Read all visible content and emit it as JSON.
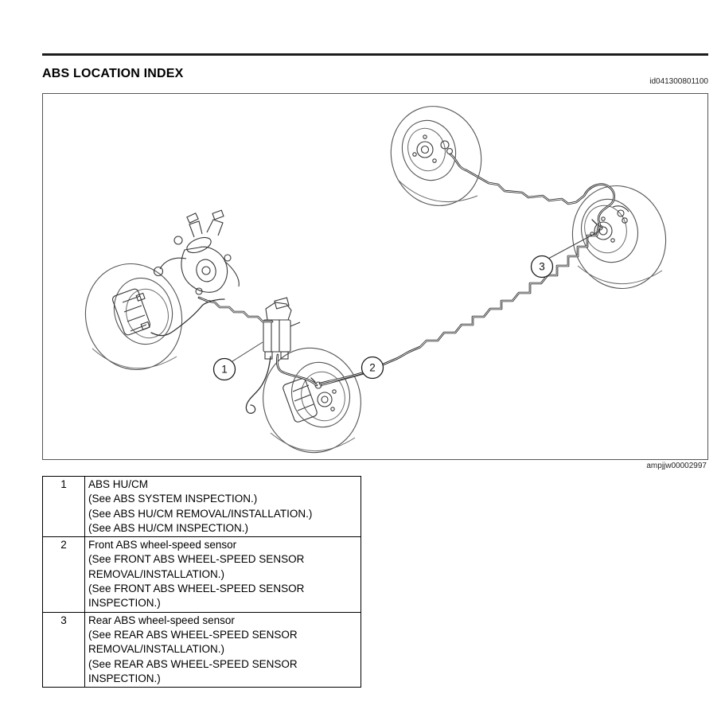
{
  "page": {
    "title": "ABS LOCATION INDEX",
    "doc_id": "id041300801100",
    "figure_code": "ampjjw00002997"
  },
  "diagram": {
    "description": "ABS component location illustration",
    "callouts": [
      {
        "label": "1"
      },
      {
        "label": "2"
      },
      {
        "label": "3"
      }
    ]
  },
  "table": {
    "rows": [
      {
        "num": "1",
        "lines": [
          "ABS HU/CM",
          "(See ABS SYSTEM INSPECTION.)",
          "(See ABS HU/CM REMOVAL/INSTALLATION.)",
          "(See ABS HU/CM INSPECTION.)"
        ]
      },
      {
        "num": "2",
        "lines": [
          "Front ABS wheel-speed sensor",
          "(See FRONT ABS WHEEL-SPEED SENSOR REMOVAL/INSTALLATION.)",
          "(See FRONT ABS WHEEL-SPEED SENSOR INSPECTION.)"
        ]
      },
      {
        "num": "3",
        "lines": [
          "Rear ABS wheel-speed sensor",
          "(See REAR ABS WHEEL-SPEED SENSOR REMOVAL/INSTALLATION.)",
          "(See REAR ABS WHEEL-SPEED SENSOR INSPECTION.)"
        ]
      }
    ]
  }
}
